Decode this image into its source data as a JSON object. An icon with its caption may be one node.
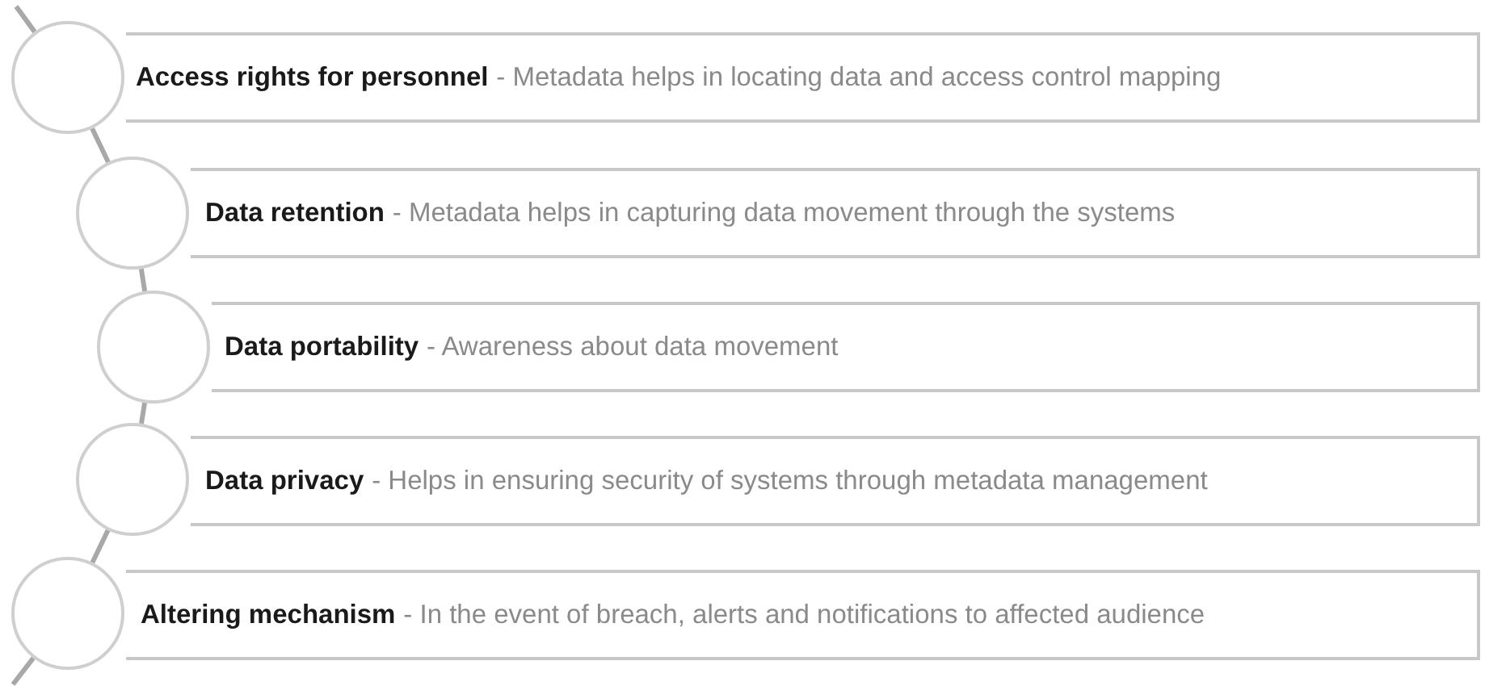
{
  "diagram": {
    "nodes": [
      {
        "text": [],
        "shape": "circle"
      },
      {
        "text": [
          "Access rights for personnel",
          "- Metadata helps in locating data and access control mapping"
        ]
      },
      {
        "text": [],
        "shape": "circle"
      },
      {
        "text": [
          "Data retention",
          "- Metadata helps in capturing data movement through the systems"
        ]
      },
      {
        "text": [],
        "shape": "circle"
      },
      {
        "text": [
          "Data portability",
          "- Awareness about data movement"
        ]
      },
      {
        "text": [],
        "shape": "circle"
      },
      {
        "text": [
          "Data privacy",
          "- Helps in ensuring security of systems through metadata management"
        ]
      },
      {
        "text": [],
        "shape": "circle"
      },
      {
        "text": [
          "Altering mechanism",
          "- In the event of breach, alerts and notifications to affected audience"
        ]
      }
    ],
    "edges": [
      {
        "from": null,
        "to": 0,
        "arrow": "none"
      },
      {
        "from": 0,
        "to": 2,
        "arrow": "none"
      },
      {
        "from": 2,
        "to": 4,
        "arrow": "none"
      },
      {
        "from": 4,
        "to": 6,
        "arrow": "none"
      },
      {
        "from": 6,
        "to": 8,
        "arrow": "none"
      },
      {
        "from": 8,
        "to": null,
        "arrow": "none"
      }
    ]
  }
}
